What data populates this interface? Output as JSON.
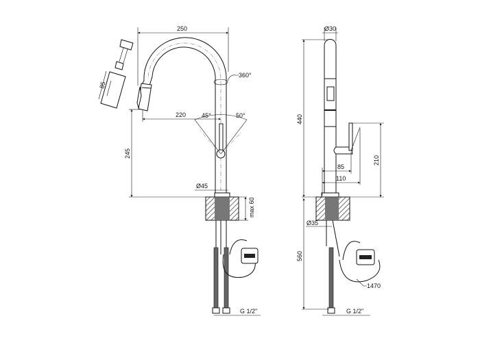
{
  "front_view": {
    "dim_width": "250",
    "dim_rotation": "360°",
    "dim_handshower": "85",
    "dim_reach": "220",
    "dim_angle_left": "45°",
    "dim_angle_right": "50°",
    "dim_height": "245",
    "dim_base_diameter": "Ø45",
    "dim_max_thickness": "max 60",
    "dim_thread": "G 1/2\""
  },
  "side_view": {
    "dim_diameter": "Ø30",
    "dim_total_height": "440",
    "dim_handle_height": "210",
    "dim_handle_offset": "85",
    "dim_handle_reach": "110",
    "dim_shank_diameter": "Ø35",
    "dim_hose_length": "560",
    "dim_pullout_hose": "1470",
    "dim_thread": "G 1/2\""
  }
}
